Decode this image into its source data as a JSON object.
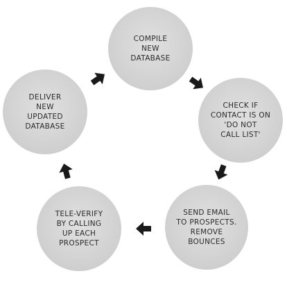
{
  "diagram": {
    "nodes": [
      {
        "id": "compile",
        "label": "COMPILE\nNEW\nDATABASE"
      },
      {
        "id": "check",
        "label": "CHECK IF\nCONTACT IS ON\n'DO NOT\nCALL LIST'"
      },
      {
        "id": "send",
        "label": "SEND EMAIL\nTO PROSPECTS.\nREMOVE\nBOUNCES"
      },
      {
        "id": "tele",
        "label": "TELE-VERIFY\nBY CALLING\nUP EACH\nPROSPECT"
      },
      {
        "id": "deliver",
        "label": "DELIVER\nNEW\nUPDATED\nDATABASE"
      }
    ],
    "edges": [
      {
        "from": "deliver",
        "to": "compile"
      },
      {
        "from": "compile",
        "to": "check"
      },
      {
        "from": "check",
        "to": "send"
      },
      {
        "from": "send",
        "to": "tele"
      },
      {
        "from": "tele",
        "to": "deliver"
      }
    ],
    "colors": {
      "node_fill": "#d3d3d3",
      "text": "#2a2a2a",
      "arrow": "#1a1a1a"
    }
  }
}
